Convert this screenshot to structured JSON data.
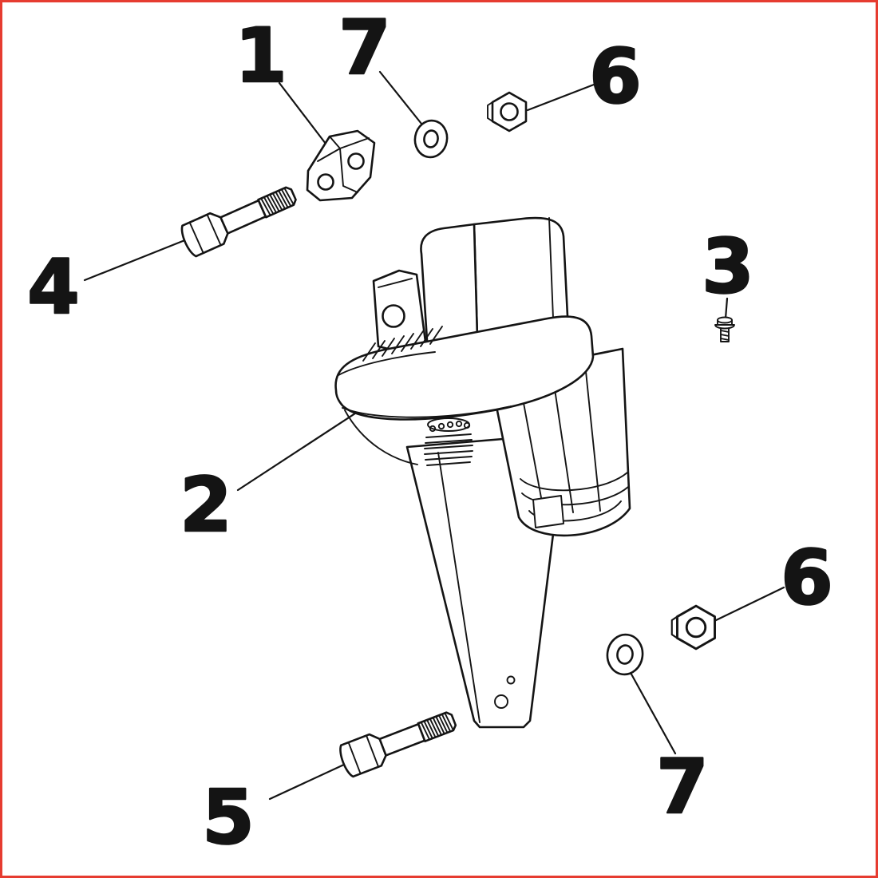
{
  "colors": {
    "background": "#ffffff",
    "line": "#141414",
    "border": "#e63c30"
  },
  "diagram": {
    "callouts": [
      {
        "label": "1",
        "part": "clamp-bracket"
      },
      {
        "label": "7",
        "part": "washer-upper"
      },
      {
        "label": "6",
        "part": "hex-nut-upper"
      },
      {
        "label": "4",
        "part": "hex-bolt-upper"
      },
      {
        "label": "3",
        "part": "flange-screw"
      },
      {
        "label": "2",
        "part": "main-assembly"
      },
      {
        "label": "6",
        "part": "hex-nut-lower"
      },
      {
        "label": "7",
        "part": "washer-lower"
      },
      {
        "label": "5",
        "part": "hex-bolt-lower"
      }
    ]
  }
}
